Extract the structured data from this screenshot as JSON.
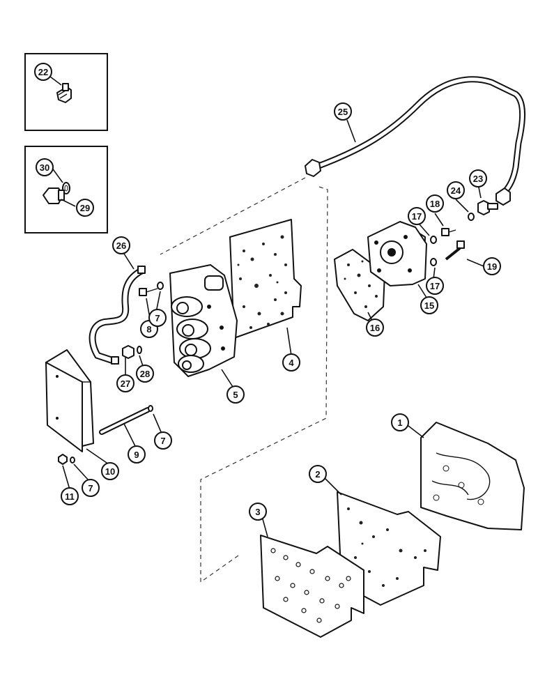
{
  "figure": {
    "callouts": [
      {
        "id": "c22",
        "label": "22"
      },
      {
        "id": "c30",
        "label": "30"
      },
      {
        "id": "c29",
        "label": "29"
      },
      {
        "id": "c25",
        "label": "25"
      },
      {
        "id": "c26",
        "label": "26"
      },
      {
        "id": "c17a",
        "label": "17"
      },
      {
        "id": "c18",
        "label": "18"
      },
      {
        "id": "c24",
        "label": "24"
      },
      {
        "id": "c23",
        "label": "23"
      },
      {
        "id": "c19",
        "label": "19"
      },
      {
        "id": "c17b",
        "label": "17"
      },
      {
        "id": "c15",
        "label": "15"
      },
      {
        "id": "c16",
        "label": "16"
      },
      {
        "id": "c8",
        "label": "8"
      },
      {
        "id": "c7a",
        "label": "7"
      },
      {
        "id": "c4",
        "label": "4"
      },
      {
        "id": "c5",
        "label": "5"
      },
      {
        "id": "c27",
        "label": "27"
      },
      {
        "id": "c28",
        "label": "28"
      },
      {
        "id": "c7b",
        "label": "7"
      },
      {
        "id": "c9",
        "label": "9"
      },
      {
        "id": "c10",
        "label": "10"
      },
      {
        "id": "c11",
        "label": "11"
      },
      {
        "id": "c7c",
        "label": "7"
      },
      {
        "id": "c1",
        "label": "1"
      },
      {
        "id": "c2",
        "label": "2"
      },
      {
        "id": "c3",
        "label": "3"
      }
    ]
  }
}
